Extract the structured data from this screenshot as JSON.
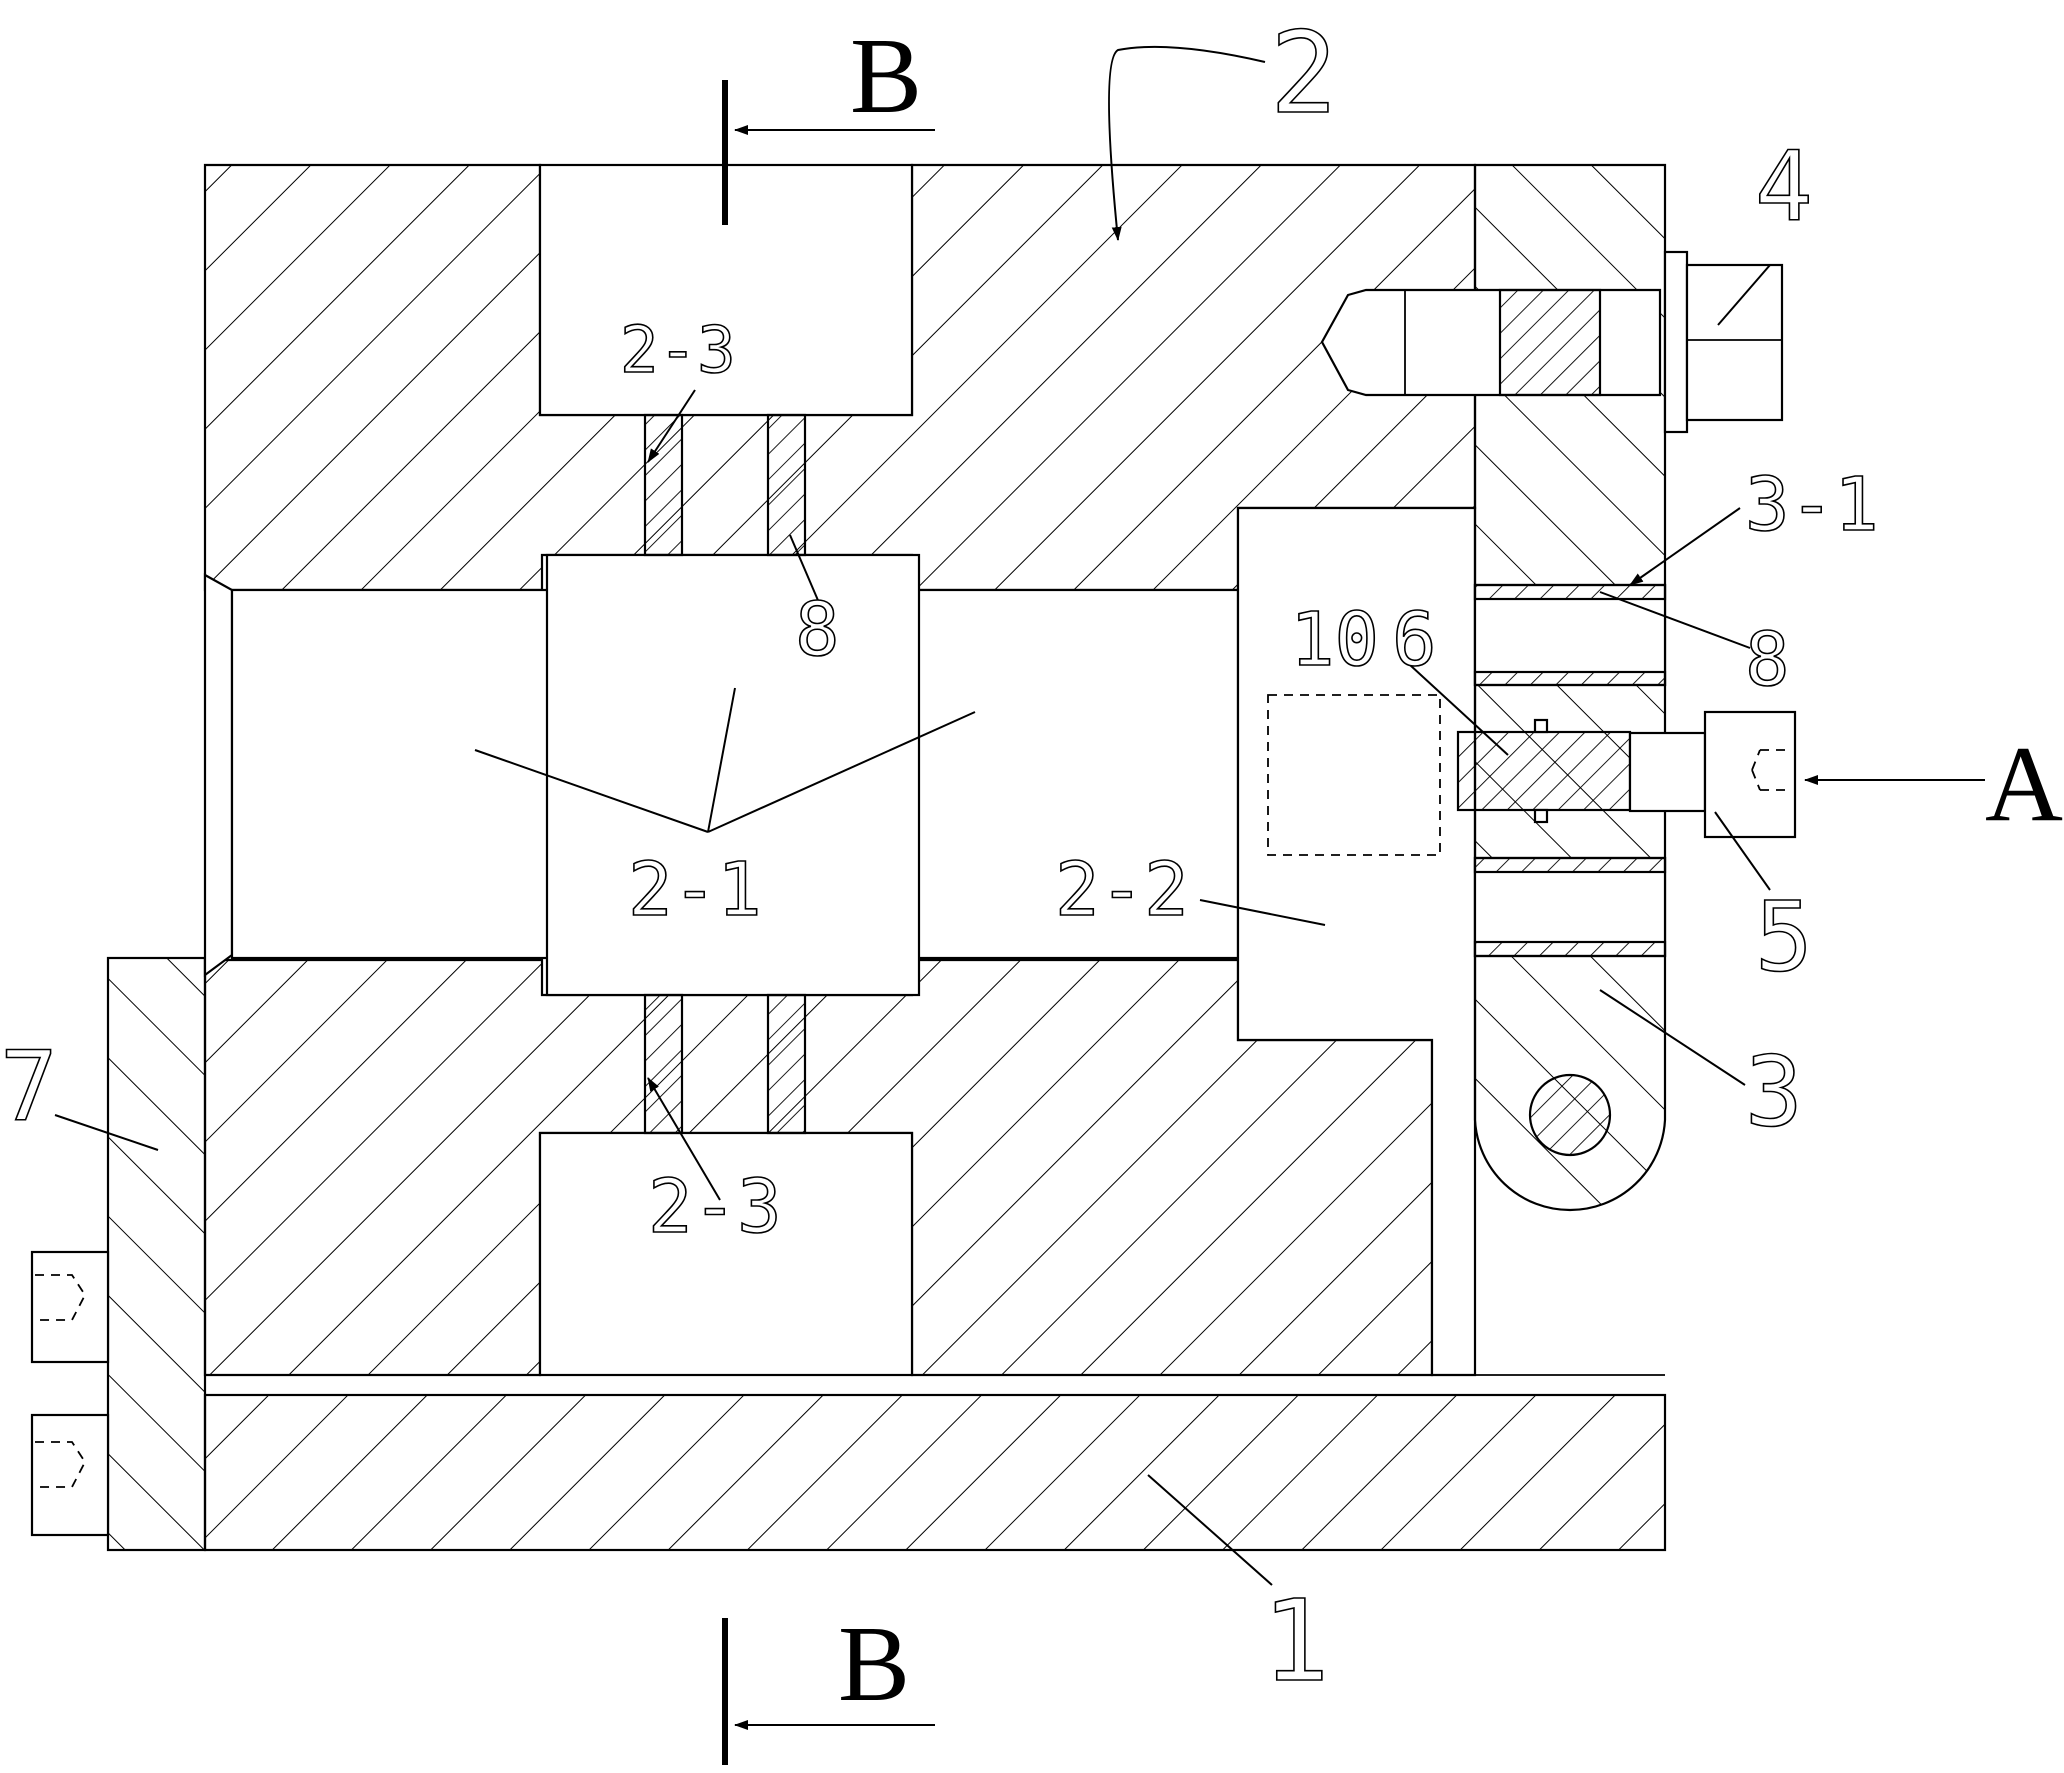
{
  "labels": {
    "part_1": "1",
    "part_2": "2",
    "part_2_1": "2-1",
    "part_2_2": "2-2",
    "part_2_3_top": "2-3",
    "part_2_3_bottom": "2-3",
    "part_3": "3",
    "part_3_1": "3-1",
    "part_4": "4",
    "part_5": "5",
    "part_6": "6",
    "part_7": "7",
    "part_8_left": "8",
    "part_8_right": "8",
    "part_10": "10"
  },
  "section_marks": {
    "top": "B",
    "bottom": "B",
    "right": "A"
  }
}
